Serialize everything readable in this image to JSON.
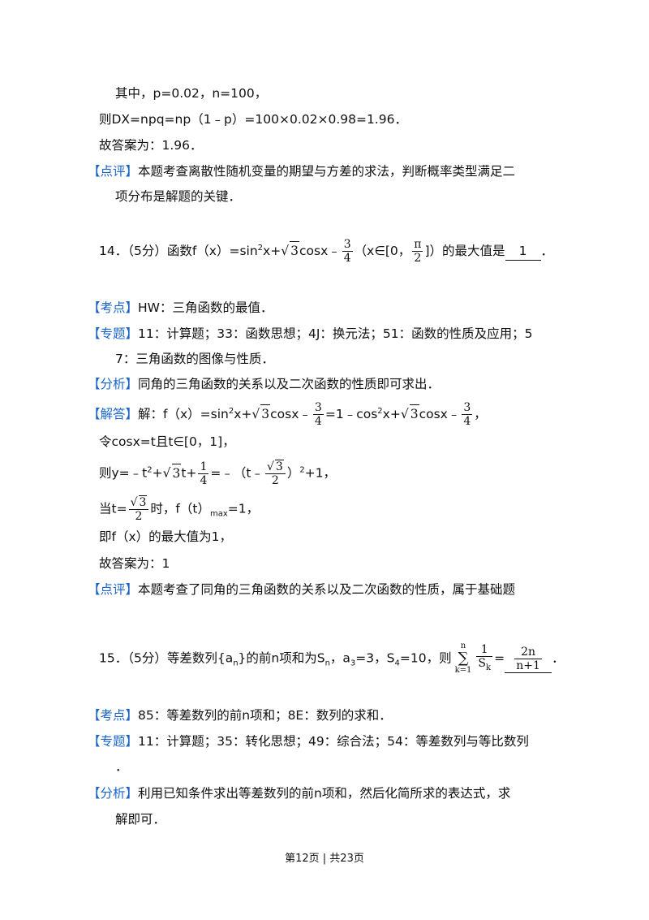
{
  "lines": {
    "l1": "其中，p=0.02，n=100，",
    "l2": "则DX=npq=np（1﹣p）=100×0.02×0.98=1.96．",
    "l3": "故答案为：1.96．",
    "l4_tag": "【点评】",
    "l4_text": "本题考查离散性随机变量的期望与方差的求法，判断概率类型满足二",
    "l5": "项分布是解题的关键．"
  },
  "q14": {
    "prefix": "14．（5分）函数f（x）=sin",
    "sup2": "2",
    "mid1": "x+",
    "sqrt3": "3",
    "mid2": "cosx﹣",
    "frac_num": "3",
    "frac_den": "4",
    "mid3": "（x∈[0，",
    "pi_num": "π",
    "pi_den": "2",
    "mid4": "]）的最大值是",
    "answer": "1",
    "end": "．",
    "kaodian_tag": "【考点】",
    "kaodian": "HW：三角函数的最值．",
    "zhuanti_tag": "【专题】",
    "zhuanti": "11：计算题；33：函数思想；4J：换元法；51：函数的性质及应用；5",
    "zhuanti2": "7：三角函数的图像与性质．",
    "fenxi_tag": "【分析】",
    "fenxi": "同角的三角函数的关系以及二次函数的性质即可求出．",
    "jieda_tag": "【解答】",
    "jieda_a": "解：f（x）=sin",
    "jieda_b": "x+",
    "jieda_c": "cosx﹣",
    "jieda_d": "=1﹣cos",
    "jieda_e": "x+",
    "jieda_f": "cosx﹣",
    "jieda_g": "，",
    "ling": "令cosx=t且t∈[0，1]，",
    "ze_a": "则y=﹣t",
    "ze_b": "+",
    "ze_c": "t+",
    "ze_frac_num": "1",
    "ze_frac_den": "4",
    "ze_d": "=﹣（t﹣",
    "ze_e": "）",
    "ze_f": "+1，",
    "dang_a": "当t=",
    "dang_b": "时，f（t）",
    "dang_sub": "max",
    "dang_c": "=1，",
    "ji": "即f（x）的最大值为1，",
    "gu": "故答案为：1",
    "dianping_tag": "【点评】",
    "dianping": "本题考查了同角的三角函数的关系以及二次函数的性质，属于基础题"
  },
  "q15": {
    "prefix": "15．（5分）等差数列{a",
    "sub_n": "n",
    "mid1": "}的前n项和为S",
    "mid2": "，a",
    "sub_3": "3",
    "mid3": "=3，S",
    "sub_4": "4",
    "mid4": "=10，则",
    "sum_top": "n",
    "sum_sig": "∑",
    "sum_bot": "k=1",
    "frac_num": "1",
    "frac_den_s": "S",
    "frac_den_k": "k",
    "eq": "=",
    "ans_num": "2n",
    "ans_den": "n+1",
    "end": "．",
    "kaodian_tag": "【考点】",
    "kaodian": "85：等差数列的前n项和；8E：数列的求和．",
    "zhuanti_tag": "【专题】",
    "zhuanti": "11：计算题；35：转化思想；49：综合法；54：等差数列与等比数列",
    "zhuanti2": "．",
    "fenxi_tag": "【分析】",
    "fenxi": "利用已知条件求出等差数列的前n项和，然后化简所求的表达式，求",
    "fenxi2": "解即可．"
  },
  "footer": "第12页 | 共23页"
}
